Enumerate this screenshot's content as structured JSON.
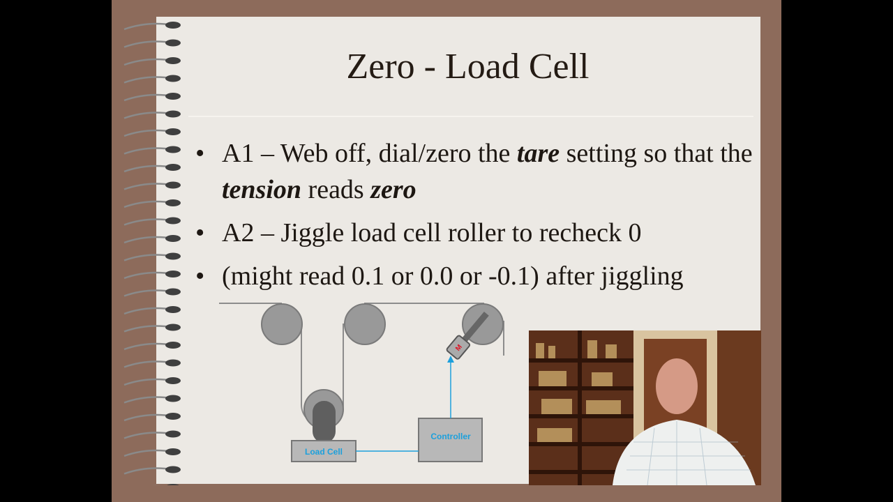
{
  "slide": {
    "title": "Zero - Load Cell",
    "bullets": [
      {
        "prefix": "A1 – Web off, dial/zero the ",
        "em1": "tare",
        "mid": " setting so that the ",
        "em2": "tension",
        "mid2": " reads ",
        "em3": "zero"
      },
      {
        "text": "A2 – Jiggle load cell roller to recheck 0"
      },
      {
        "text": "(might read 0.1 or 0.0 or -0.1) after jiggling"
      }
    ],
    "bullet_glyph": "•"
  },
  "diagram": {
    "load_cell_label": "Load Cell",
    "controller_label": "Controller",
    "motor_label": "M",
    "accent_color": "#1ca0dc"
  },
  "webcam": {
    "description_icon": "presenter-video"
  }
}
